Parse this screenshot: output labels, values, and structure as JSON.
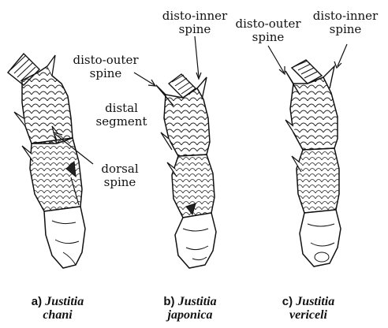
{
  "labels": {
    "disto_inner_spine_mid": [
      "disto-inner",
      "spine"
    ],
    "disto_outer_spine_left": [
      "disto-outer",
      "spine"
    ],
    "distal_segment": [
      "distal",
      "segment"
    ],
    "dorsal_spine": [
      "dorsal",
      "spine"
    ],
    "disto_outer_spine_right": [
      "disto-outer",
      "spine"
    ],
    "disto_inner_spine_right": [
      "disto-inner",
      "spine"
    ]
  },
  "captions": [
    {
      "prefix": "a)",
      "genus": "Justitia",
      "species": "chani"
    },
    {
      "prefix": "b)",
      "genus": "Justitia",
      "species": "japonica"
    },
    {
      "prefix": "c)",
      "genus": "Justitia",
      "species": "vericeli"
    }
  ]
}
